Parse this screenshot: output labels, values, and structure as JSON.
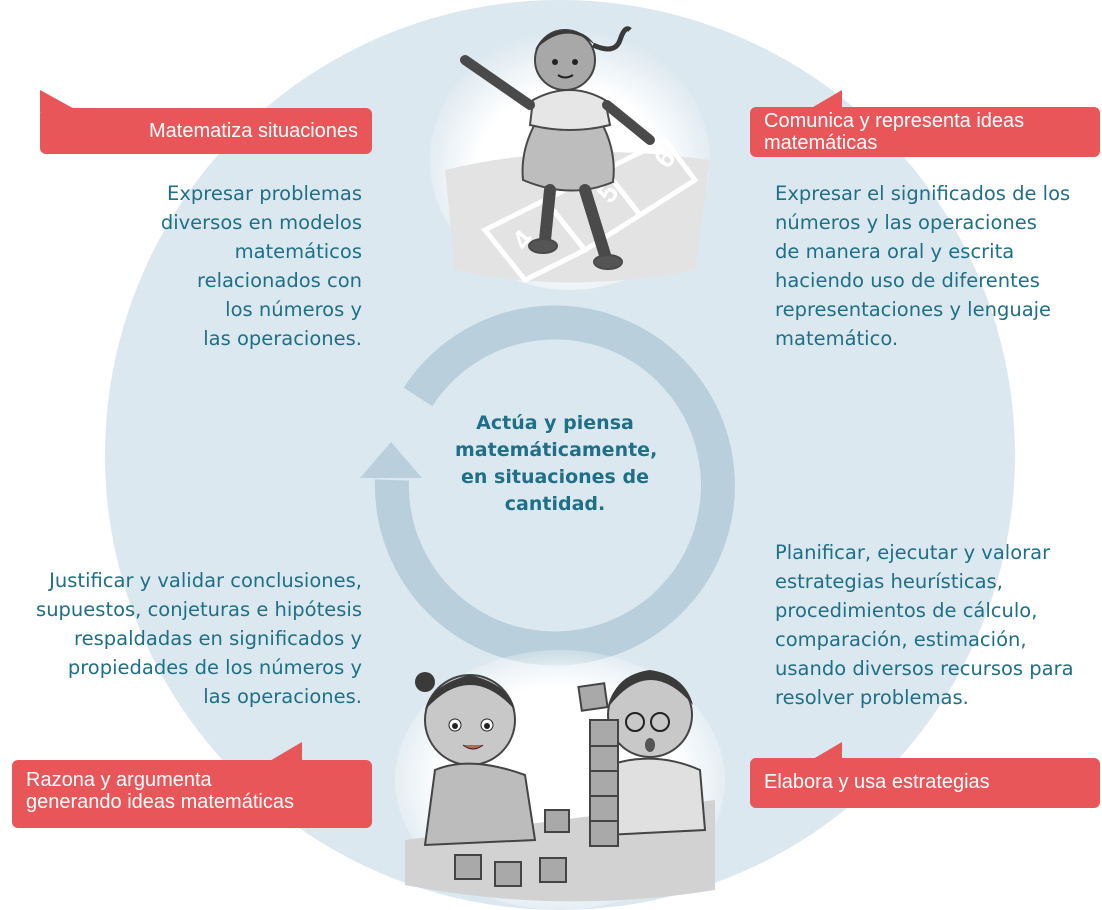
{
  "center": {
    "lines": [
      "Actúa y piensa",
      "matemáticamente,",
      "en situaciones de",
      "cantidad."
    ]
  },
  "competencies": {
    "top_left": {
      "label": [
        "Matematiza situaciones"
      ],
      "description": [
        "Expresar problemas",
        "diversos en modelos",
        "matemáticos",
        "relacionados con",
        "los números y",
        "las operaciones."
      ]
    },
    "top_right": {
      "label": [
        "Comunica y representa ideas",
        "matemáticas"
      ],
      "description": [
        "Expresar el significados de los",
        "números y las operaciones",
        "de manera oral y escrita",
        "haciendo uso de diferentes",
        "representaciones y lenguaje",
        "matemático."
      ]
    },
    "bottom_left": {
      "label": [
        "Razona y argumenta",
        "generando ideas matemáticas"
      ],
      "description": [
        "Justificar y validar conclusiones,",
        "supuestos, conjeturas e hipótesis",
        "respaldadas en significados y",
        "propiedades de los números y",
        "las operaciones."
      ]
    },
    "bottom_right": {
      "label": [
        "Elabora y usa estrategias"
      ],
      "description": [
        "Planificar, ejecutar y valorar",
        "estrategias heurísticas,",
        "procedimientos de cálculo,",
        "comparación, estimación,",
        "usando diversos recursos para",
        "resolver problemas."
      ]
    }
  },
  "illustrations": {
    "top": {
      "hopscotch_numbers": [
        "4",
        "5",
        "6"
      ]
    }
  },
  "colors": {
    "circle": "#dce8ef",
    "ring": "#b9d0dc",
    "label_bg": "#e9565a",
    "text": "#1f6f86"
  }
}
